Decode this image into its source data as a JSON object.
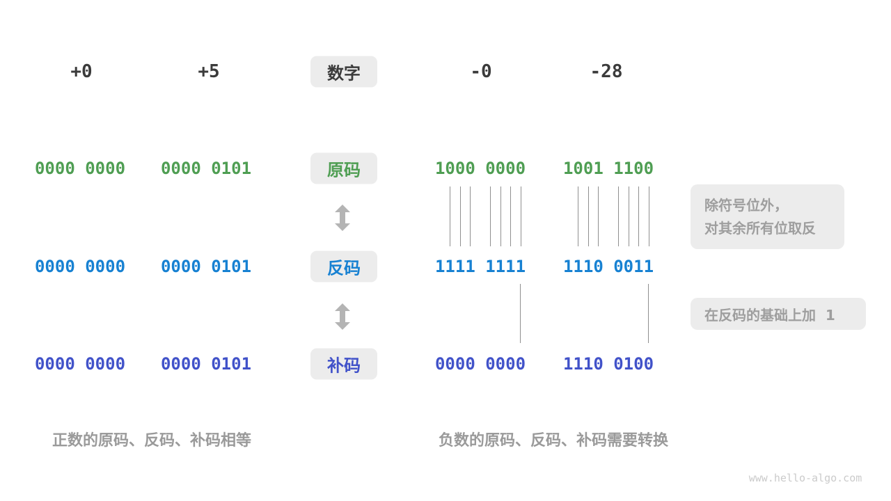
{
  "diagram": {
    "title_label": "数字",
    "columns": {
      "pos_zero": "+0",
      "pos_five": "+5",
      "neg_zero": "-0",
      "neg_twenty_eight": "-28"
    },
    "rows": [
      {
        "label": "原码",
        "color": "#4f9e53",
        "values": [
          "0000 0000",
          "0000 0101",
          "1000 0000",
          "1001 1100"
        ]
      },
      {
        "label": "反码",
        "color": "#1781d2",
        "values": [
          "0000 0000",
          "0000 0101",
          "1111 1111",
          "1110 0011"
        ]
      },
      {
        "label": "补码",
        "color": "#4152c9",
        "values": [
          "0000 0000",
          "0000 0101",
          "0000 0000",
          "1110 0100"
        ]
      }
    ],
    "annotations": {
      "invert_note_line1": "除符号位外，",
      "invert_note_line2": "对其余所有位取反",
      "add_one_note": "在反码的基础上加  1"
    },
    "captions": {
      "positive": "正数的原码、反码、补码相等",
      "negative": "负数的原码、反码、补码需要转换"
    },
    "watermark": "www.hello-algo.com",
    "colors": {
      "sign_magnitude_green": "#4f9e53",
      "ones_complement_blue": "#1781d2",
      "twos_complement_indigo": "#4152c9",
      "note_gray": "#9e9e9e",
      "box_background": "#ececec",
      "arrow_gray": "#b4b4b4"
    }
  }
}
